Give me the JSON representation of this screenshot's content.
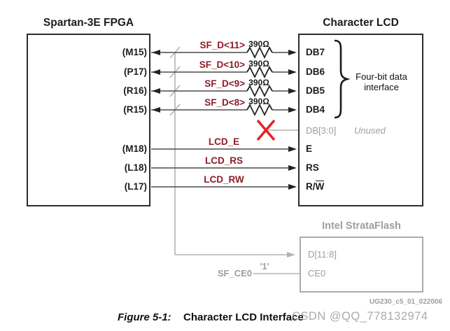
{
  "fpga": {
    "title": "Spartan-3E FPGA",
    "pins": [
      "(M15)",
      "(P17)",
      "(R16)",
      "(R15)",
      "(M18)",
      "(L18)",
      "(L17)"
    ]
  },
  "lcd": {
    "title": "Character LCD",
    "data_pins": [
      "DB7",
      "DB6",
      "DB5",
      "DB4"
    ],
    "unused_pin": "DB[3:0]",
    "unused_note": "Unused",
    "pin_e": "E",
    "pin_rs": "RS",
    "pin_rw_prefix": "R/",
    "pin_rw_overlined": "W",
    "brace_note_line1": "Four-bit data",
    "brace_note_line2": "interface"
  },
  "signals": {
    "data_labels": [
      "SF_D<11>",
      "SF_D<10>",
      "SF_D<9>",
      "SF_D<8>"
    ],
    "resistor_value": "390Ω",
    "control_labels": [
      "LCD_E",
      "LCD_RS",
      "LCD_RW"
    ]
  },
  "flash": {
    "title": "Intel StrataFlash",
    "pin_d": "D[11:8]",
    "pin_ce": "CE0",
    "ce_signal": "SF_CE0",
    "ce_value": "'1'"
  },
  "footer": {
    "doc_ref": "UG230_c5_01_022006",
    "figure_label": "Figure 5-1:",
    "figure_title": "Character LCD Interface",
    "watermark": "CSDN @QQ_778132974"
  },
  "colors": {
    "signal_label_red": "#8e1d28",
    "x_mark_red": "#e3242b",
    "inactive_gray": "#9e9e9e",
    "wire_dark": "#4a4a4a",
    "bus_gray": "#b3b3b3"
  }
}
